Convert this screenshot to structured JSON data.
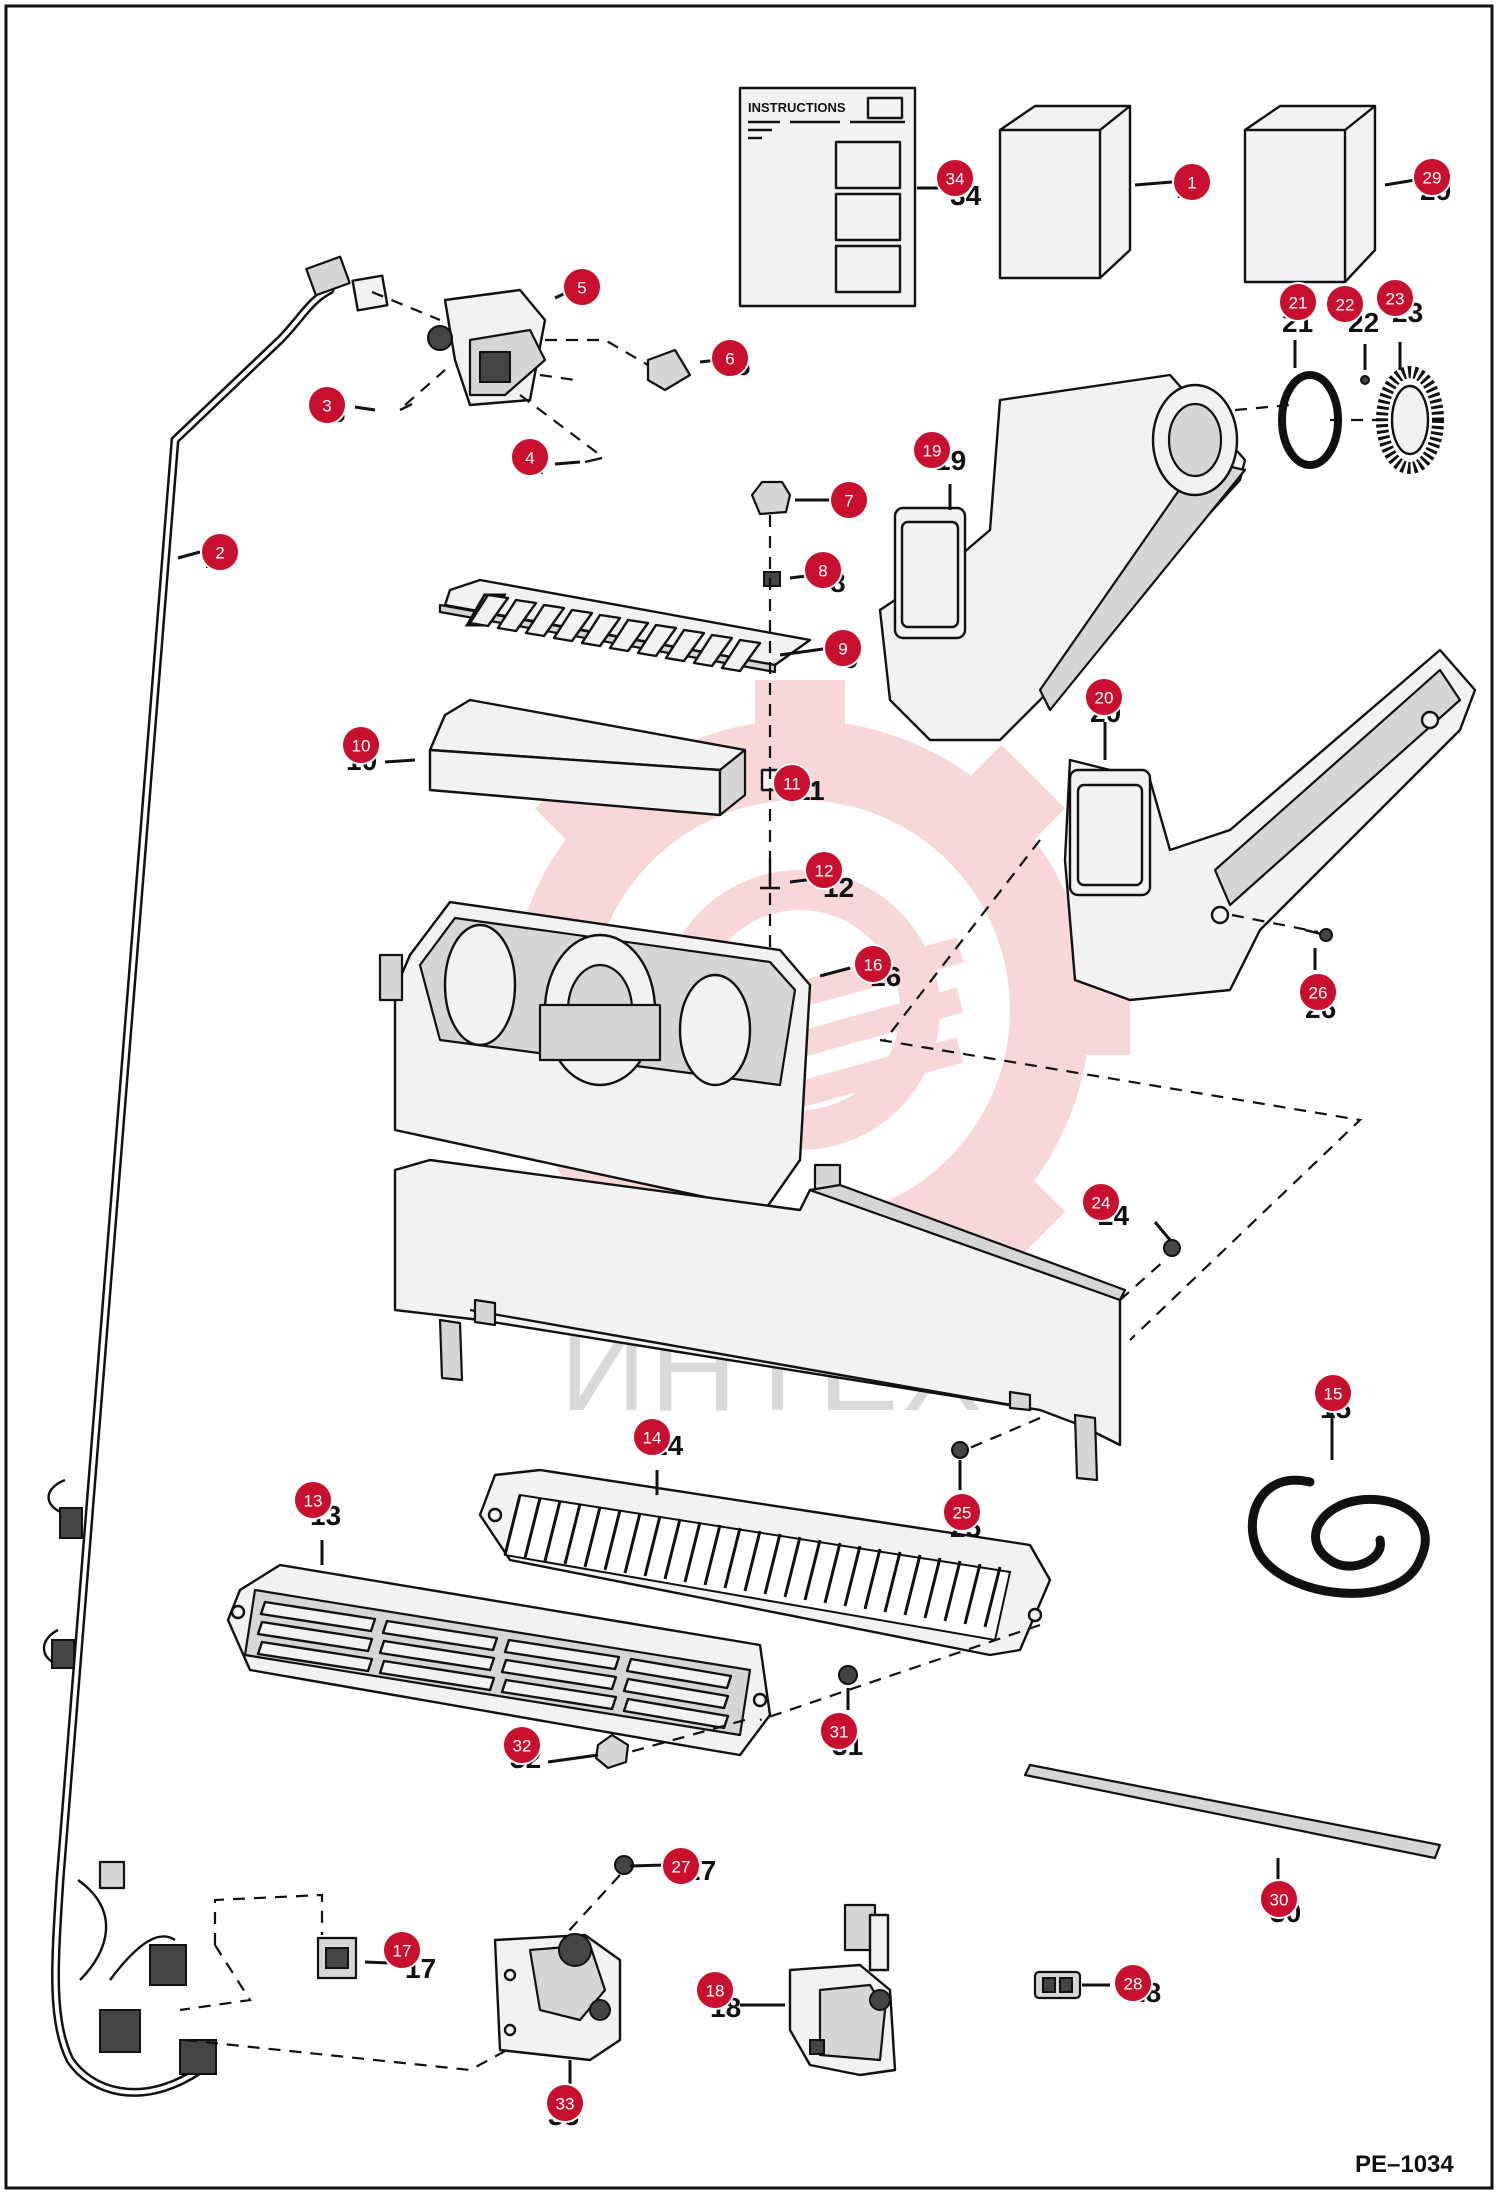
{
  "watermark": {
    "text": "ИНТЕХ",
    "gear_color": "#f3c4c4"
  },
  "instruction_sheet": {
    "title": "INSTRUCTIONS"
  },
  "doc_code": "PE–1034",
  "callout_color": "#c8102e",
  "callouts": [
    {
      "id": "c1",
      "label": "1",
      "number": "1"
    },
    {
      "id": "c2",
      "label": "2",
      "number": "2"
    },
    {
      "id": "c3",
      "label": "3",
      "number": "3"
    },
    {
      "id": "c4",
      "label": "4",
      "number": "4"
    },
    {
      "id": "c5",
      "label": "5",
      "number": "5"
    },
    {
      "id": "c6",
      "label": "6",
      "number": "6"
    },
    {
      "id": "c7",
      "label": "7",
      "number": "7"
    },
    {
      "id": "c8",
      "label": "8",
      "number": "8"
    },
    {
      "id": "c9",
      "label": "9",
      "number": "9"
    },
    {
      "id": "c10",
      "label": "10",
      "number": "10"
    },
    {
      "id": "c11",
      "label": "11",
      "number": "11"
    },
    {
      "id": "c12",
      "label": "12",
      "number": "12"
    },
    {
      "id": "c13",
      "label": "13",
      "number": "13"
    },
    {
      "id": "c14",
      "label": "14",
      "number": "14"
    },
    {
      "id": "c15",
      "label": "15",
      "number": "15"
    },
    {
      "id": "c16",
      "label": "16",
      "number": "16"
    },
    {
      "id": "c17",
      "label": "17",
      "number": "17"
    },
    {
      "id": "c18",
      "label": "18",
      "number": "18"
    },
    {
      "id": "c19",
      "label": "19",
      "number": "19"
    },
    {
      "id": "c20",
      "label": "20",
      "number": "20"
    },
    {
      "id": "c21",
      "label": "21",
      "number": "21"
    },
    {
      "id": "c22",
      "label": "22",
      "number": "22"
    },
    {
      "id": "c23",
      "label": "23",
      "number": "23"
    },
    {
      "id": "c24",
      "label": "24",
      "number": "24"
    },
    {
      "id": "c25",
      "label": "25",
      "number": "25"
    },
    {
      "id": "c26",
      "label": "26",
      "number": "26"
    },
    {
      "id": "c27",
      "label": "27",
      "number": "27"
    },
    {
      "id": "c28",
      "label": "28",
      "number": "28"
    },
    {
      "id": "c29",
      "label": "29",
      "number": "29"
    },
    {
      "id": "c30",
      "label": "30",
      "number": "30"
    },
    {
      "id": "c31",
      "label": "31",
      "number": "31"
    },
    {
      "id": "c32",
      "label": "32",
      "number": "32"
    },
    {
      "id": "c33",
      "label": "33",
      "number": "33"
    },
    {
      "id": "c34",
      "label": "34",
      "number": "34"
    }
  ]
}
